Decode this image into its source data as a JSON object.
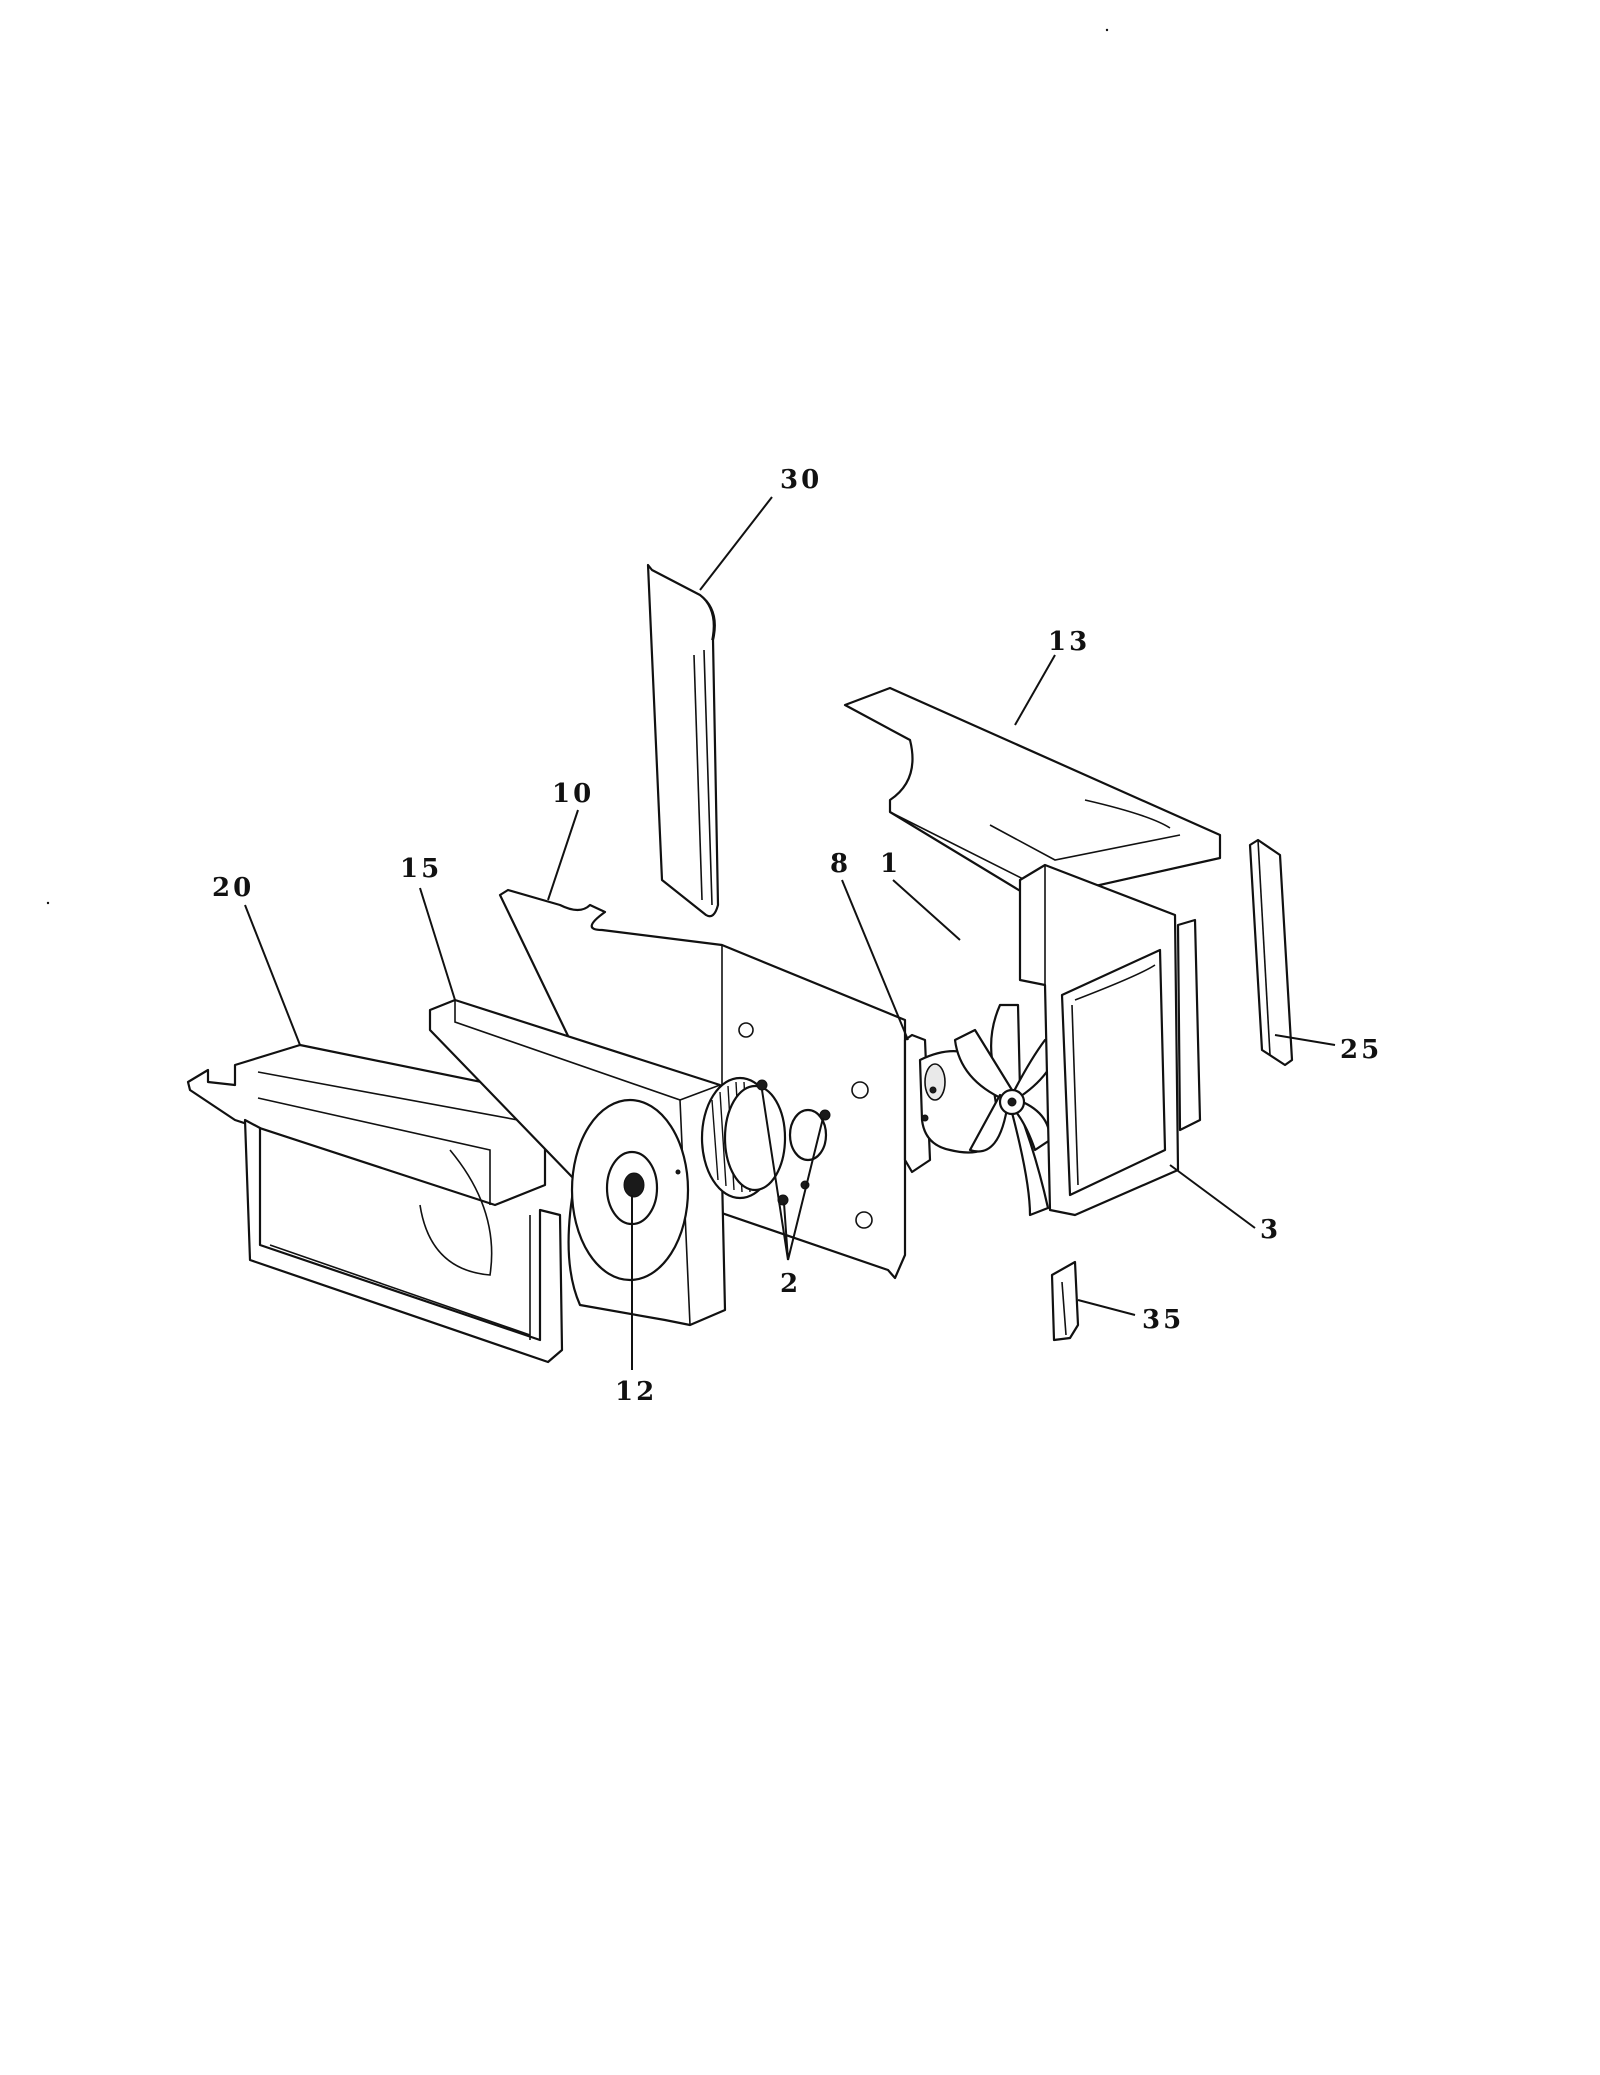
{
  "diagram": {
    "callouts": [
      {
        "id": "callout-30",
        "label": "30"
      },
      {
        "id": "callout-13",
        "label": "13"
      },
      {
        "id": "callout-10",
        "label": "10"
      },
      {
        "id": "callout-15",
        "label": "15"
      },
      {
        "id": "callout-20",
        "label": "20"
      },
      {
        "id": "callout-8",
        "label": "8"
      },
      {
        "id": "callout-1",
        "label": "1"
      },
      {
        "id": "callout-25",
        "label": "25"
      },
      {
        "id": "callout-3",
        "label": "3"
      },
      {
        "id": "callout-2",
        "label": "2"
      },
      {
        "id": "callout-35",
        "label": "35"
      },
      {
        "id": "callout-12",
        "label": "12"
      }
    ],
    "colors": {
      "ink": "#111111",
      "paper": "#ffffff"
    }
  }
}
